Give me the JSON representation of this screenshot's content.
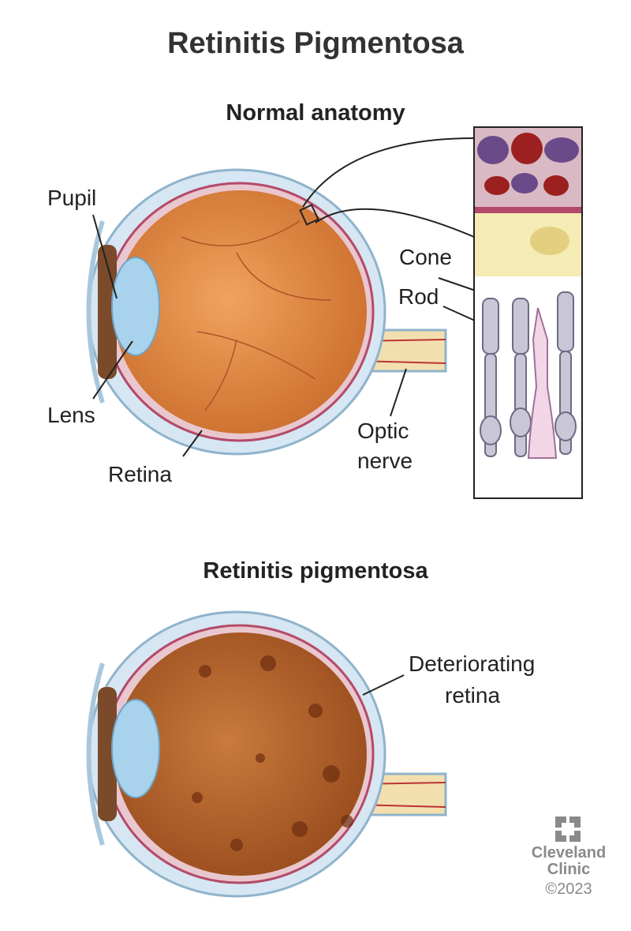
{
  "title": "Retinitis Pigmentosa",
  "normal": {
    "heading": "Normal anatomy",
    "labels": {
      "pupil": "Pupil",
      "lens": "Lens",
      "retina": "Retina",
      "optic_nerve_line1": "Optic",
      "optic_nerve_line2": "nerve",
      "cone": "Cone",
      "rod": "Rod"
    }
  },
  "rp": {
    "heading": "Retinitis pigmentosa",
    "labels": {
      "deteriorating_line1": "Deteriorating",
      "deteriorating_line2": "retina"
    }
  },
  "logo": {
    "name_line1": "Cleveland",
    "name_line2": "Clinic",
    "copyright": "©2023"
  },
  "colors": {
    "vitreous": "#e08a45",
    "vitreous_rp": "#b8642a",
    "sclera": "#cfe0ee",
    "lens": "#a9d3ec",
    "iris": "#7a4a2a",
    "retina_line": "#b44a6a"
  }
}
